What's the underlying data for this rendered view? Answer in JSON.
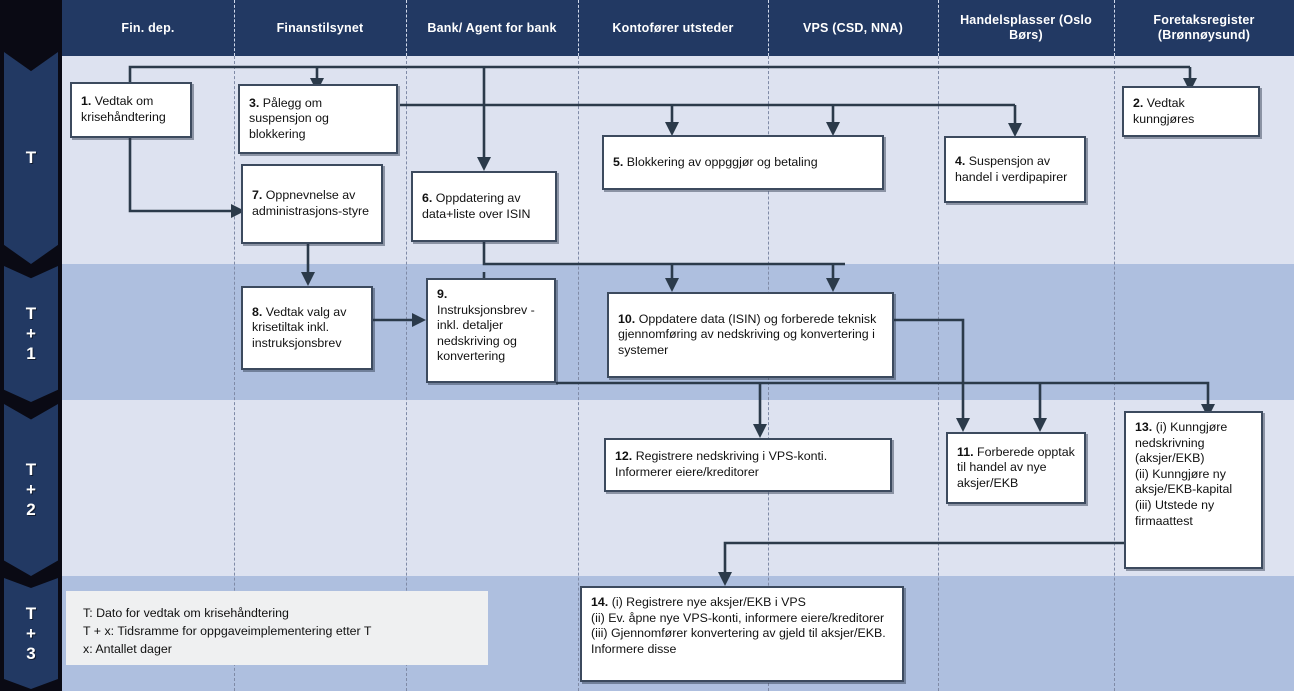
{
  "header": {
    "columns": [
      {
        "id": "fin-dep",
        "label": "Fin. dep."
      },
      {
        "id": "finanstilsynet",
        "label": "Finanstilsynet"
      },
      {
        "id": "bank-agent",
        "label": "Bank/ Agent for bank"
      },
      {
        "id": "kontofoerer",
        "label": "Kontofører utsteder"
      },
      {
        "id": "vps",
        "label": "VPS (CSD, NNA)"
      },
      {
        "id": "handelsplasser",
        "label": "Handelsplasser (Oslo Børs)"
      },
      {
        "id": "foretaksregister",
        "label": "Foretaksregister (Brønnøysund)"
      }
    ]
  },
  "timeline": {
    "phases": [
      {
        "id": "t",
        "label": "T"
      },
      {
        "id": "t1",
        "label": "T+1"
      },
      {
        "id": "t2",
        "label": "T+2"
      },
      {
        "id": "t3",
        "label": "T+3"
      }
    ]
  },
  "steps": {
    "s1": {
      "num": "1.",
      "text": "Vedtak om krisehåndtering"
    },
    "s2": {
      "num": "2.",
      "text": "Vedtak kunngjøres"
    },
    "s3": {
      "num": "3.",
      "text": "Pålegg om  suspensjon og blokkering"
    },
    "s4": {
      "num": "4.",
      "text": "Suspensjon av handel i verdipapirer"
    },
    "s5": {
      "num": "5.",
      "text": "Blokkering av oppggjør og betaling"
    },
    "s6": {
      "num": "6.",
      "text": "Oppdatering av data+liste over ISIN"
    },
    "s7": {
      "num": "7.",
      "text": "Oppnevnelse av administrasjons-styre"
    },
    "s8": {
      "num": "8.",
      "text": "Vedtak valg av krisetiltak inkl. instruksjonsbrev"
    },
    "s9": {
      "num": "9.",
      "text": "Instruksjonsbrev - inkl. detaljer nedskriving og konvertering"
    },
    "s10": {
      "num": "10.",
      "text": "Oppdatere data (ISIN) og forberede teknisk gjennomføring  av nedskriving og konvertering i systemer"
    },
    "s11": {
      "num": "11.",
      "text": "Forberede opptak til handel av nye aksjer/EKB"
    },
    "s12": {
      "num": "12.",
      "text": "Registrere nedskriving i VPS-konti. Informerer eiere/kreditorer"
    },
    "s13": {
      "num": "13.",
      "lines": [
        "(i) Kunngjøre nedskrivning (aksjer/EKB)",
        "(ii) Kunngjøre ny aksje/EKB-kapital",
        "(iii) Utstede ny firmaattest"
      ]
    },
    "s14": {
      "num": "14.",
      "lines": [
        "(i) Registrere nye aksjer/EKB i VPS",
        "(ii) Ev. åpne nye VPS-konti, informere eiere/kreditorer",
        "(iii) Gjennomfører konvertering av gjeld til aksjer/EKB. Informere disse"
      ]
    }
  },
  "legend": {
    "lines": [
      "T: Dato for vedtak om krisehåndtering",
      "T + x: Tidsramme for oppgaveimplementering etter T",
      "x: Antallet dager"
    ]
  },
  "colors": {
    "header_bg": "#223963",
    "band_light": "#dde2f0",
    "band_dark": "#aebfdf",
    "box_border": "#3c4a5e",
    "legend_bg": "#eff0f1",
    "connector": "#2b3a4a"
  }
}
